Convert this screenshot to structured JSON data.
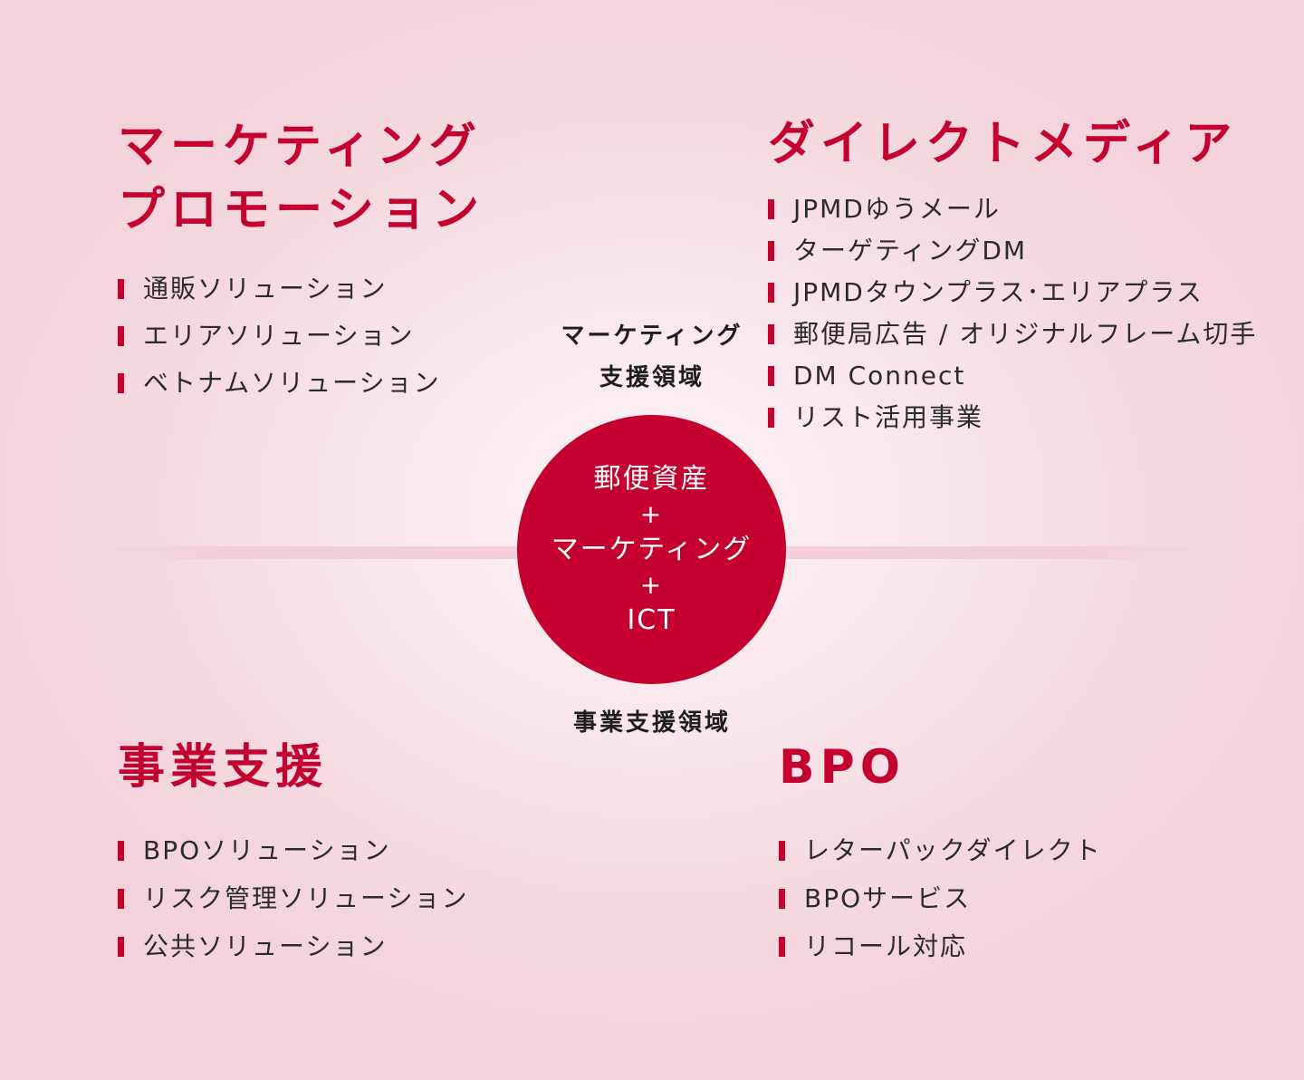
{
  "colors": {
    "accent": "#c4002f",
    "text": "#2b2b2b"
  },
  "quadrants": {
    "top_left": {
      "title_lines": [
        "マーケティング",
        "プロモーション"
      ],
      "items": [
        "通販ソリューション",
        "エリアソリューション",
        "ベトナムソリューション"
      ]
    },
    "top_right": {
      "title_lines": [
        "ダイレクトメディア"
      ],
      "items": [
        "JPMDゆうメール",
        "ターゲティングDM",
        "JPMDタウンプラス･エリアプラス",
        "郵便局広告 / オリジナルフレーム切手",
        "DM Connect",
        "リスト活用事業"
      ]
    },
    "bottom_left": {
      "title_lines": [
        "事業支援"
      ],
      "items": [
        "BPOソリューション",
        "リスク管理ソリューション",
        "公共ソリューション"
      ]
    },
    "bottom_right": {
      "title_lines": [
        "BPO"
      ],
      "items": [
        "レターパックダイレクト",
        "BPOサービス",
        "リコール対応"
      ]
    }
  },
  "axis_labels": {
    "top_lines": [
      "マーケティング",
      "支援領域"
    ],
    "bottom": "事業支援領域"
  },
  "center": {
    "lines": [
      "郵便資産",
      "+",
      "マーケティング",
      "+",
      "ICT"
    ]
  }
}
